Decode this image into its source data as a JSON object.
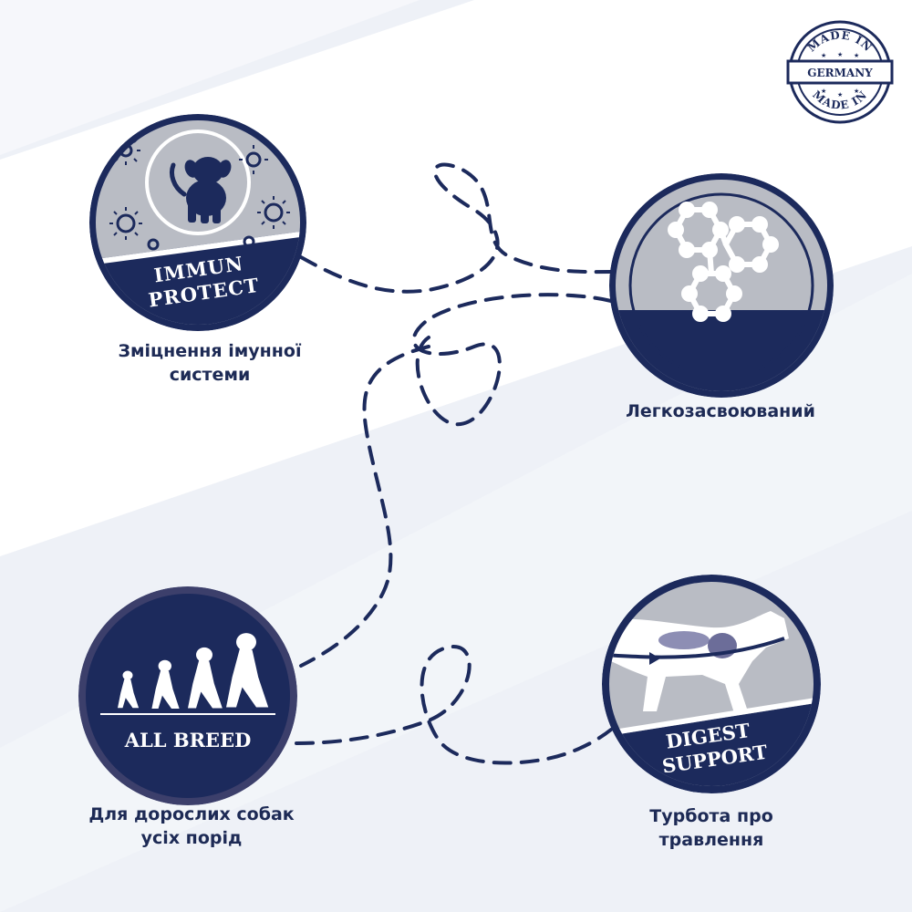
{
  "stamp": {
    "top_text": "MADE IN",
    "center_text": "GERMANY",
    "bottom_text": "MADE IN"
  },
  "badges": {
    "immun": {
      "line1": "IMMUN",
      "line2": "PROTECT",
      "caption_line1": "Зміцнення імунної",
      "caption_line2": "системи"
    },
    "digestible": {
      "caption_line1": "Легкозасвоюваний"
    },
    "all_breed": {
      "label": "ALL BREED",
      "caption_line1": "Для дорослих собак",
      "caption_line2": "усіх порід"
    },
    "digest": {
      "line1": "DIGEST",
      "line2": "SUPPORT",
      "caption_line1": "Турбота про",
      "caption_line2": "травлення"
    }
  },
  "colors": {
    "navy": "#1c2a5c",
    "grey": "#b9bcc4",
    "background": "#eef1f7",
    "white": "#ffffff"
  },
  "icons": [
    "puppy-icon",
    "virus-icon",
    "molecule-icon",
    "dog-silhouettes-icon",
    "dog-digestion-icon"
  ]
}
